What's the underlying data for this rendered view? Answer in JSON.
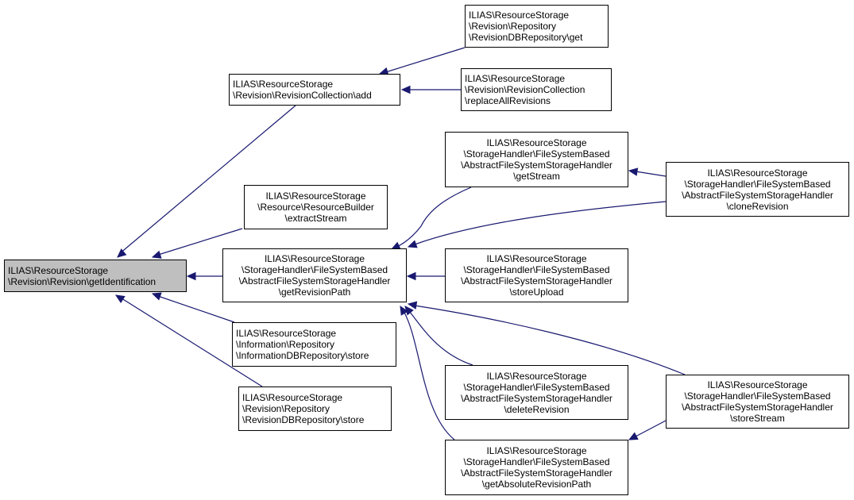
{
  "nodes": [
    {
      "id": "root",
      "lines": [
        "ILIAS\\ResourceStorage",
        "\\Revision\\Revision\\getIdentification"
      ]
    },
    {
      "id": "rc_add",
      "lines": [
        "ILIAS\\ResourceStorage",
        "\\Revision\\RevisionCollection\\add"
      ]
    },
    {
      "id": "repo_get",
      "lines": [
        "ILIAS\\ResourceStorage",
        "\\Revision\\Repository",
        "\\RevisionDBRepository\\get"
      ]
    },
    {
      "id": "replace_all",
      "lines": [
        "ILIAS\\ResourceStorage",
        "\\Revision\\RevisionCollection",
        "\\replaceAllRevisions"
      ]
    },
    {
      "id": "extract_stream",
      "lines": [
        "ILIAS\\ResourceStorage",
        "\\Resource\\ResourceBuilder",
        "\\extractStream"
      ]
    },
    {
      "id": "get_revision_path",
      "lines": [
        "ILIAS\\ResourceStorage",
        "\\StorageHandler\\FileSystemBased",
        "\\AbstractFileSystemStorageHandler",
        "\\getRevisionPath"
      ]
    },
    {
      "id": "get_stream",
      "lines": [
        "ILIAS\\ResourceStorage",
        "\\StorageHandler\\FileSystemBased",
        "\\AbstractFileSystemStorageHandler",
        "\\getStream"
      ]
    },
    {
      "id": "clone_revision",
      "lines": [
        "ILIAS\\ResourceStorage",
        "\\StorageHandler\\FileSystemBased",
        "\\AbstractFileSystemStorageHandler",
        "\\cloneRevision"
      ]
    },
    {
      "id": "store_upload",
      "lines": [
        "ILIAS\\ResourceStorage",
        "\\StorageHandler\\FileSystemBased",
        "\\AbstractFileSystemStorageHandler",
        "\\storeUpload"
      ]
    },
    {
      "id": "info_store",
      "lines": [
        "ILIAS\\ResourceStorage",
        "\\Information\\Repository",
        "\\InformationDBRepository\\store"
      ]
    },
    {
      "id": "delete_revision",
      "lines": [
        "ILIAS\\ResourceStorage",
        "\\StorageHandler\\FileSystemBased",
        "\\AbstractFileSystemStorageHandler",
        "\\deleteRevision"
      ]
    },
    {
      "id": "store_stream",
      "lines": [
        "ILIAS\\ResourceStorage",
        "\\StorageHandler\\FileSystemBased",
        "\\AbstractFileSystemStorageHandler",
        "\\storeStream"
      ]
    },
    {
      "id": "repo_store",
      "lines": [
        "ILIAS\\ResourceStorage",
        "\\Revision\\Repository",
        "\\RevisionDBRepository\\store"
      ]
    },
    {
      "id": "get_abs_path",
      "lines": [
        "ILIAS\\ResourceStorage",
        "\\StorageHandler\\FileSystemBased",
        "\\AbstractFileSystemStorageHandler",
        "\\getAbsoluteRevisionPath"
      ]
    }
  ],
  "edges": [
    {
      "from": "rc_add",
      "to": "root"
    },
    {
      "from": "extract_stream",
      "to": "root"
    },
    {
      "from": "get_revision_path",
      "to": "root"
    },
    {
      "from": "info_store",
      "to": "root"
    },
    {
      "from": "repo_store",
      "to": "root"
    },
    {
      "from": "repo_get",
      "to": "rc_add"
    },
    {
      "from": "replace_all",
      "to": "rc_add"
    },
    {
      "from": "get_stream",
      "to": "get_revision_path"
    },
    {
      "from": "clone_revision",
      "to": "get_revision_path"
    },
    {
      "from": "store_upload",
      "to": "get_revision_path"
    },
    {
      "from": "delete_revision",
      "to": "get_revision_path"
    },
    {
      "from": "store_stream",
      "to": "get_revision_path"
    },
    {
      "from": "get_abs_path",
      "to": "get_revision_path"
    },
    {
      "from": "clone_revision",
      "to": "get_stream"
    },
    {
      "from": "store_stream",
      "to": "get_abs_path"
    }
  ],
  "colors": {
    "edge": "#191970",
    "root_fill": "#bfbfbf",
    "node_fill": "#ffffff",
    "border": "#000000"
  }
}
